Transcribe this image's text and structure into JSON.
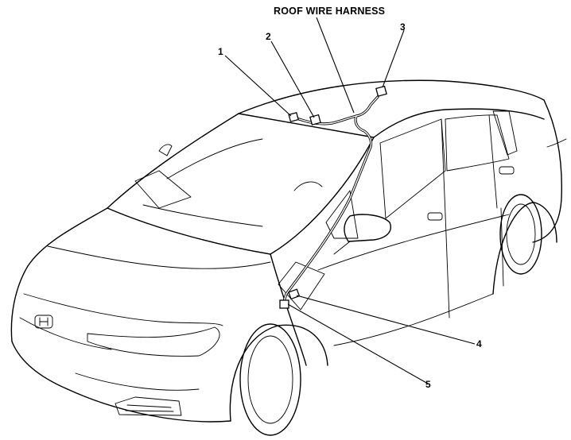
{
  "labels": {
    "roof_wire_harness": "ROOF WIRE HARNESS",
    "callout_1": "1",
    "callout_2": "2",
    "callout_3": "3",
    "callout_4": "4",
    "callout_5": "5"
  }
}
